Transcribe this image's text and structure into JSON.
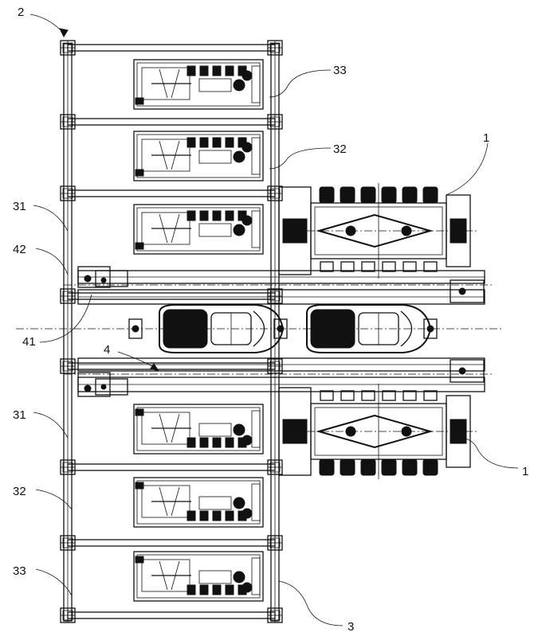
{
  "labels": {
    "l2": "2",
    "l33_top": "33",
    "l32_top": "32",
    "l1_top": "1",
    "l31_top": "31",
    "l42": "42",
    "l41": "41",
    "l4": "4",
    "l31_bottom": "31",
    "l1_bottom": "1",
    "l32_bottom": "32",
    "l33_bottom": "33",
    "l3": "3"
  },
  "colors": {
    "line": "#111111",
    "background": "#ffffff"
  }
}
